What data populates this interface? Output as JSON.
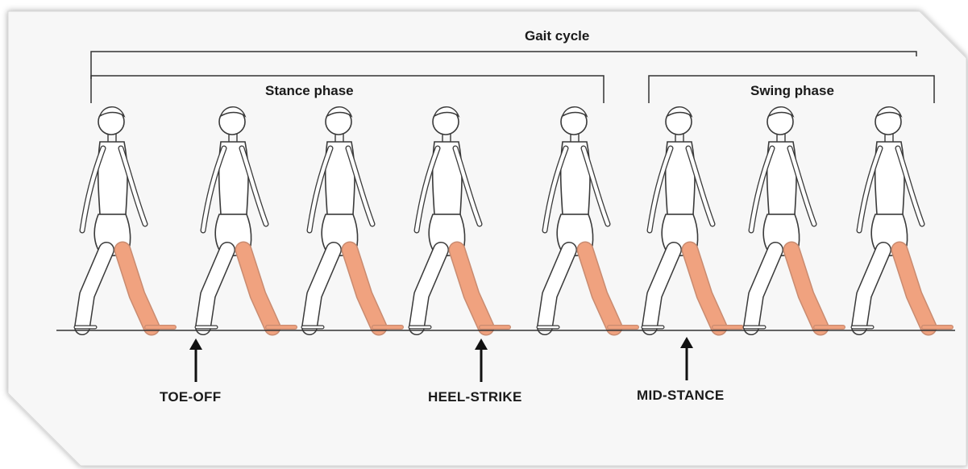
{
  "diagram": {
    "gait_cycle_label": "Gait cycle",
    "stance_phase_label": "Stance phase",
    "swing_phase_label": "Swing phase",
    "events": [
      {
        "label": "TOE-OFF"
      },
      {
        "label": "HEEL-STRIKE"
      },
      {
        "label": "MID-STANCE"
      }
    ],
    "figure_count": 8
  },
  "colors": {
    "highlighted_leg": "#f0a27f",
    "outline": "#3a3a3a",
    "card_background": "#f7f7f7",
    "page_background": "#ffffff"
  }
}
